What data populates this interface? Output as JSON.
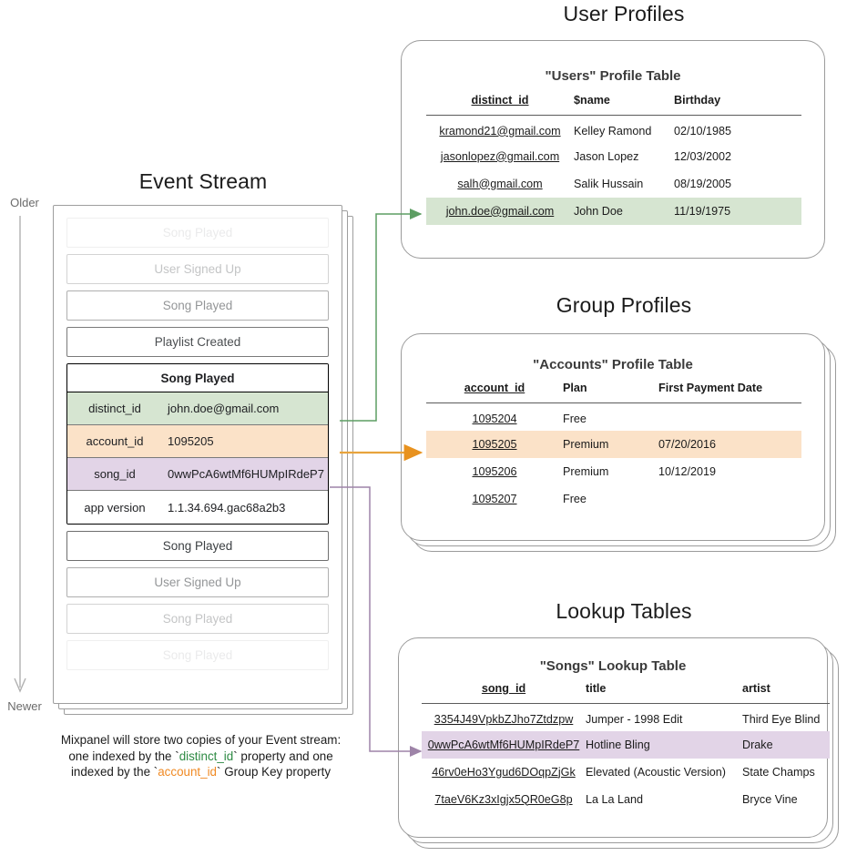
{
  "sections": {
    "event_stream_title": "Event Stream",
    "user_profiles_title": "User Profiles",
    "group_profiles_title": "Group Profiles",
    "lookup_tables_title": "Lookup Tables"
  },
  "timeline": {
    "older_label": "Older",
    "newer_label": "Newer"
  },
  "event_stream": {
    "rows_above": [
      {
        "label": "Song Played",
        "fade": "f-05"
      },
      {
        "label": "User Signed Up",
        "fade": "f-20"
      },
      {
        "label": "Song Played",
        "fade": "f-45"
      },
      {
        "label": "Playlist Created",
        "fade": "f-80"
      }
    ],
    "expanded_event": {
      "title": "Song Played",
      "properties": [
        {
          "key": "distinct_id",
          "value": "john.doe@gmail.com",
          "highlight": "green"
        },
        {
          "key": "account_id",
          "value": "1095205",
          "highlight": "orange"
        },
        {
          "key": "song_id",
          "value": "0wwPcA6wtMf6HUMpIRdeP7",
          "highlight": "purple"
        },
        {
          "key": "app version",
          "value": "1.1.34.694.gac68a2b3",
          "highlight": "plain"
        }
      ]
    },
    "rows_below": [
      {
        "label": "Song Played",
        "fade": "f-100"
      },
      {
        "label": "User Signed Up",
        "fade": "f-45"
      },
      {
        "label": "Song Played",
        "fade": "f-20"
      },
      {
        "label": "Song Played",
        "fade": "f-05"
      }
    ]
  },
  "caption": {
    "line1": "Mixpanel will store two copies of your Event stream:",
    "line2_pre": "one indexed by the `",
    "line2_token": "distinct_id",
    "line2_post": "` property and one",
    "line3_pre": "indexed by the `",
    "line3_token": "account_id",
    "line3_post": "` Group Key property"
  },
  "users_table": {
    "title": "\"Users\" Profile Table",
    "columns": [
      "distinct_id",
      "$name",
      "Birthday"
    ],
    "rows": [
      {
        "cells": [
          "kramond21@gmail.com",
          "Kelley Ramond",
          "02/10/1985"
        ],
        "highlight": ""
      },
      {
        "cells": [
          "jasonlopez@gmail.com",
          "Jason Lopez",
          "12/03/2002"
        ],
        "highlight": ""
      },
      {
        "cells": [
          "salh@gmail.com",
          "Salik Hussain",
          "08/19/2005"
        ],
        "highlight": ""
      },
      {
        "cells": [
          "john.doe@gmail.com",
          "John Doe",
          "11/19/1975"
        ],
        "highlight": "hl-green"
      }
    ]
  },
  "accounts_table": {
    "title": "\"Accounts\" Profile Table",
    "columns": [
      "account_id",
      "Plan",
      "First Payment Date"
    ],
    "rows": [
      {
        "cells": [
          "1095204",
          "Free",
          ""
        ],
        "highlight": ""
      },
      {
        "cells": [
          "1095205",
          "Premium",
          "07/20/2016"
        ],
        "highlight": "hl-orange"
      },
      {
        "cells": [
          "1095206",
          "Premium",
          "10/12/2019"
        ],
        "highlight": ""
      },
      {
        "cells": [
          "1095207",
          "Free",
          ""
        ],
        "highlight": ""
      }
    ]
  },
  "songs_table": {
    "title": "\"Songs\" Lookup Table",
    "columns": [
      "song_id",
      "title",
      "artist"
    ],
    "rows": [
      {
        "cells": [
          "3354J49VpkbZJho7Ztdzpw",
          "Jumper - 1998 Edit",
          "Third Eye Blind"
        ],
        "highlight": ""
      },
      {
        "cells": [
          "0wwPcA6wtMf6HUMpIRdeP7",
          "Hotline Bling",
          "Drake"
        ],
        "highlight": "hl-purple"
      },
      {
        "cells": [
          "46rv0eHo3Ygud6DOqpZjGk",
          "Elevated (Acoustic Version)",
          "State Champs"
        ],
        "highlight": ""
      },
      {
        "cells": [
          "7taeV6Kz3xIgjx5QR0eG8p",
          "La La Land",
          "Bryce Vine"
        ],
        "highlight": ""
      }
    ]
  },
  "colors": {
    "green": "#d6e5d1",
    "orange": "#fbe2c8",
    "purple": "#e2d4e7",
    "connector_green": "#5d9e63",
    "connector_orange": "#e8a33d",
    "connector_purple": "#9e84a8",
    "card_border": "#9b9b9b"
  }
}
